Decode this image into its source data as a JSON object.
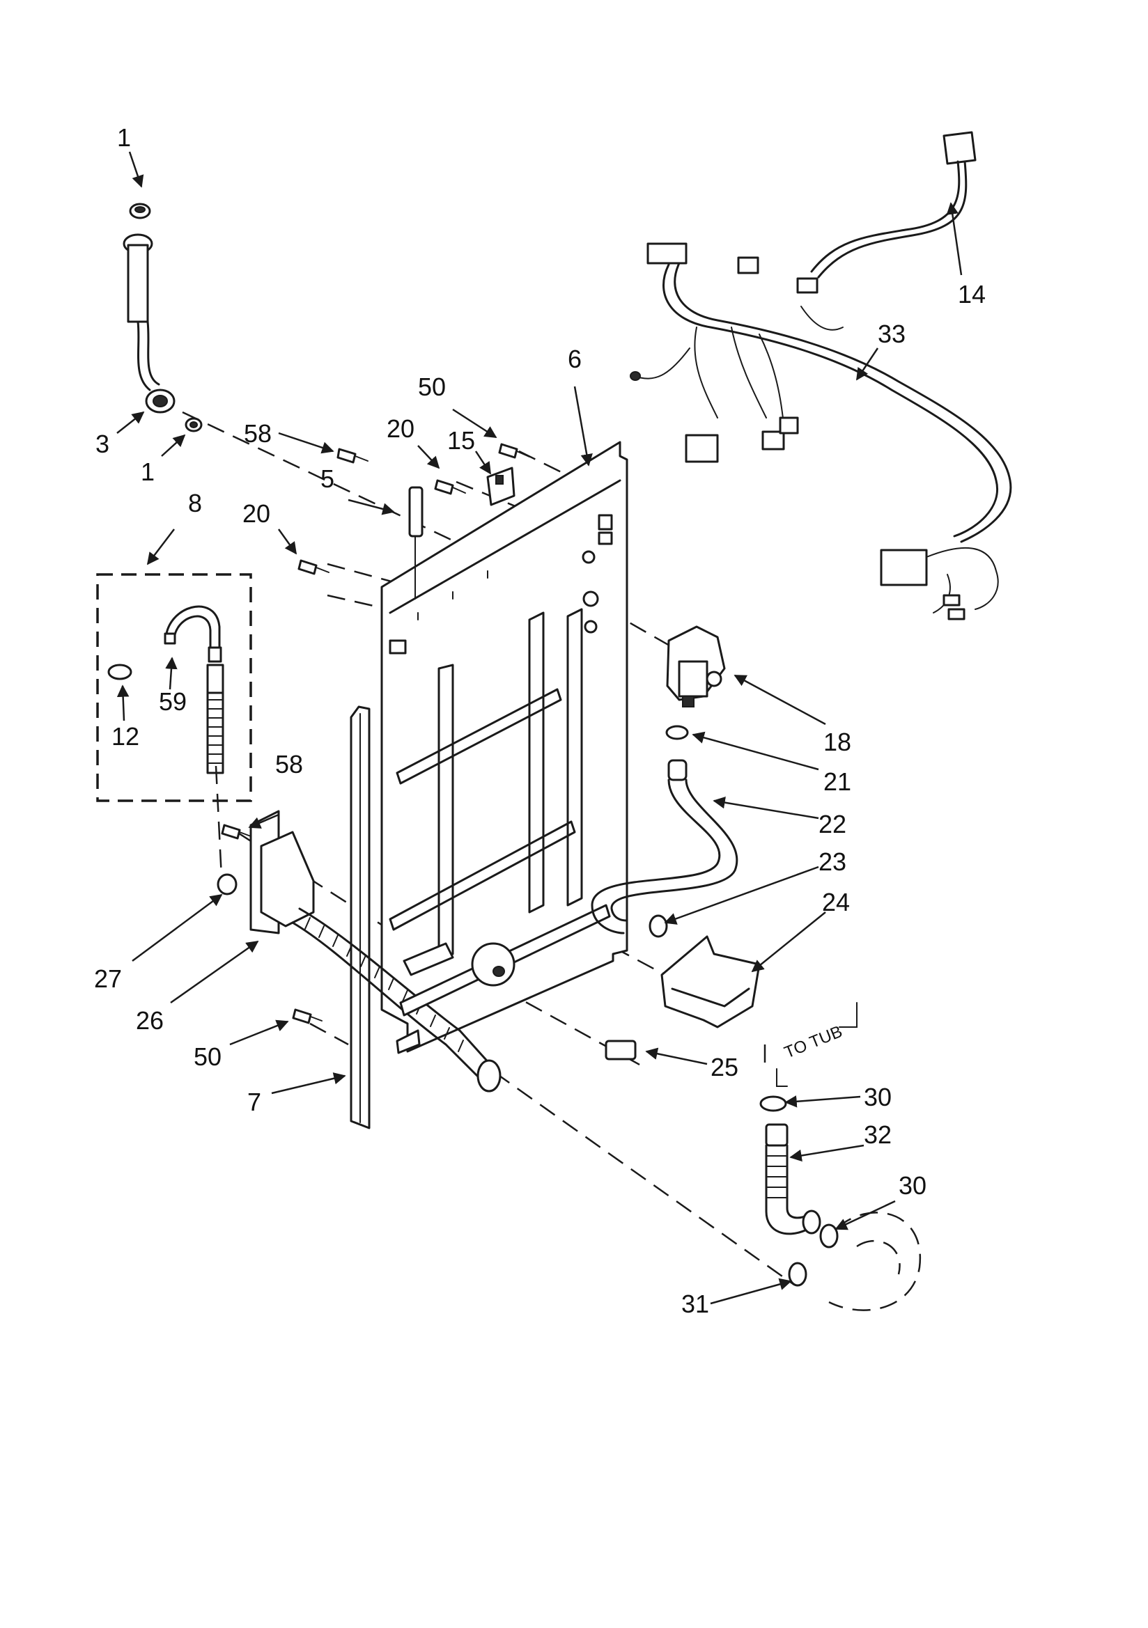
{
  "labels": {
    "p1_top": "1",
    "p1_low": "1",
    "p3": "3",
    "p5": "5",
    "p6": "6",
    "p7": "7",
    "p8": "8",
    "p12": "12",
    "p14": "14",
    "p15": "15",
    "p18": "18",
    "p20_top": "20",
    "p20_left": "20",
    "p21": "21",
    "p22": "22",
    "p23": "23",
    "p24": "24",
    "p25": "25",
    "p26": "26",
    "p27": "27",
    "p30_top": "30",
    "p30_low": "30",
    "p31": "31",
    "p32": "32",
    "p33": "33",
    "p50_top": "50",
    "p50_low": "50",
    "p58_top": "58",
    "p58_low": "58",
    "p59": "59"
  },
  "annotations": {
    "to_tub": "TO TUB"
  }
}
